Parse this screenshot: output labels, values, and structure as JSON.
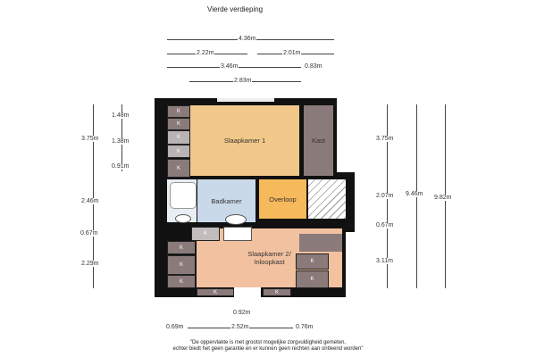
{
  "title": "Vierde verdieping",
  "top_dims": {
    "total": "4.36m",
    "left": "2.22m",
    "right": "2.01m",
    "mid": "3.46m",
    "small": "0.83m",
    "inner": "2.83m"
  },
  "left_dims": {
    "outer_top": "3.75m",
    "a": "1.48m",
    "b": "1.38m",
    "c": "0.91m",
    "mid": "2.46m",
    "gap": "0.67m",
    "bottom": "2.29m"
  },
  "right_dims": {
    "top": "3.75m",
    "mid": "2.07m",
    "gap": "0.67m",
    "bottom": "3.11m",
    "total_a": "9.46m",
    "total_b": "9.82m"
  },
  "bottom_dims": {
    "window": "0.92m",
    "left": "0.69m",
    "mid": "2.52m",
    "right": "0.76m"
  },
  "rooms": {
    "slaapkamer1": "Slaapkamer 1",
    "kast": "Kast",
    "badkamer": "Badkamer",
    "overloop": "Overloop",
    "slaapkamer2_line1": "Slaapkamer 2/",
    "slaapkamer2_line2": "Inloopkast",
    "k": "K"
  },
  "disclaimer_line1": "\"De oppervlakte is met grootst mogelijke zorgvuldigheid gemeten,",
  "disclaimer_line2": "echter biedt het geen garantie en er kunnen geen rechten aan ontleend worden\"",
  "colors": {
    "bedroom1": "#f1c889",
    "bathroom": "#c9d9ea",
    "landing": "#f6b95b",
    "bedroom2": "#f2c1a0",
    "closet": "#8a7a7a"
  }
}
